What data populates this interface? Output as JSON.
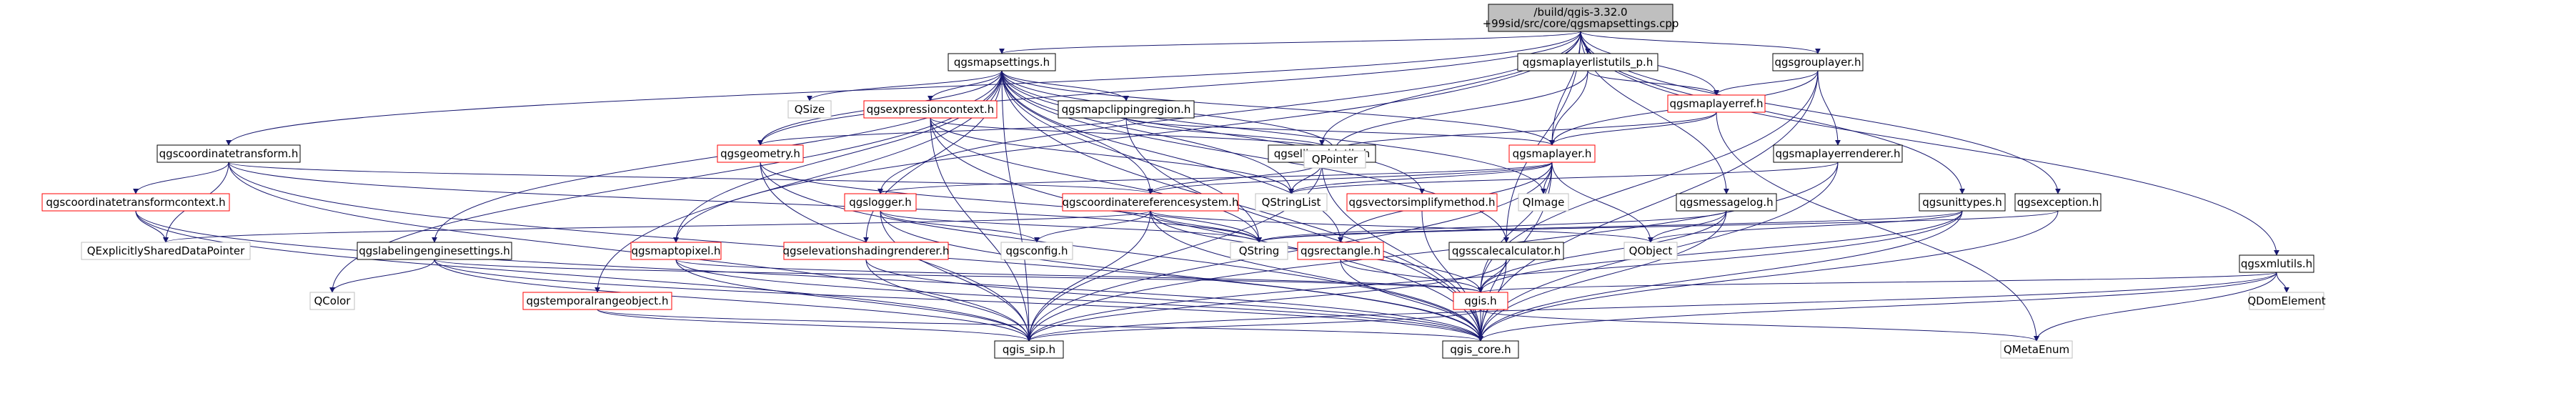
{
  "nodes": {
    "root": "/build/qgis-3.32.0\n+99sid/src/core/qgsmapsettings.cpp",
    "qgsmapsettings_h": "qgsmapsettings.h",
    "qgsmaplayerlistutils_p_h": "qgsmaplayerlistutils_p.h",
    "qgsgrouplayer_h": "qgsgrouplayer.h",
    "qgsmaplayerref_h": "qgsmaplayerref.h",
    "qgsmaplayerrenderer_h": "qgsmaplayerrenderer.h",
    "qgsexception_h": "qgsexception.h",
    "qgsxmlutils_h": "qgsxmlutils.h",
    "qgsunittypes_h": "qgsunittypes.h",
    "qgsmessagelog_h": "qgsmessagelog.h",
    "qgsexpressioncontext_h": "qgsexpressioncontext.h",
    "qgsmapclippingregion_h": "qgsmapclippingregion.h",
    "qgsgeometry_h": "qgsgeometry.h",
    "qgsellipsoidutils_h": "qgsellipsoidutils.h",
    "qgsmaplayer_h": "qgsmaplayer.h",
    "qgscoordinatetransform_h": "qgscoordinatetransform.h",
    "qgscoordinatetransformcontext_h": "qgscoordinatetransformcontext.h",
    "qgslogger_h": "qgslogger.h",
    "qgscoordinatereferencesystem_h": "qgscoordinatereferencesystem.h",
    "qgsvectorsimplifymethod_h": "qgsvectorsimplifymethod.h",
    "qgslabelingenginesettings_h": "qgslabelingenginesettings.h",
    "qgsmaptopixel_h": "qgsmaptopixel.h",
    "qgselevationshadingrenderer_h": "qgselevationshadingrenderer.h",
    "qgsrectangle_h": "qgsrectangle.h",
    "qgsscalecalculator_h": "qgsscalecalculator.h",
    "qgstemporalrangeobject_h": "qgstemporalrangeobject.h",
    "qgis_h": "qgis.h",
    "qgis_sip_h": "qgis_sip.h",
    "qgis_core_h": "qgis_core.h",
    "QSize": "QSize",
    "QPointer": "QPointer",
    "QStringList": "QStringList",
    "QImage": "QImage",
    "QString": "QString",
    "QObject": "QObject",
    "qgsconfig_h": "qgsconfig.h",
    "QExplicitlySharedDataPointer": "QExplicitlySharedDataPointer",
    "QColor": "QColor",
    "QMetaEnum": "QMetaEnum",
    "QDomElement": "QDomElement"
  },
  "colors": {
    "root_fill": "#bfbfbf",
    "node_border": "#000000",
    "incomplete_border": "#ff0000",
    "external_border": "#bfbfbf",
    "edge": "#191970",
    "text": "#000000"
  },
  "legend": {}
}
